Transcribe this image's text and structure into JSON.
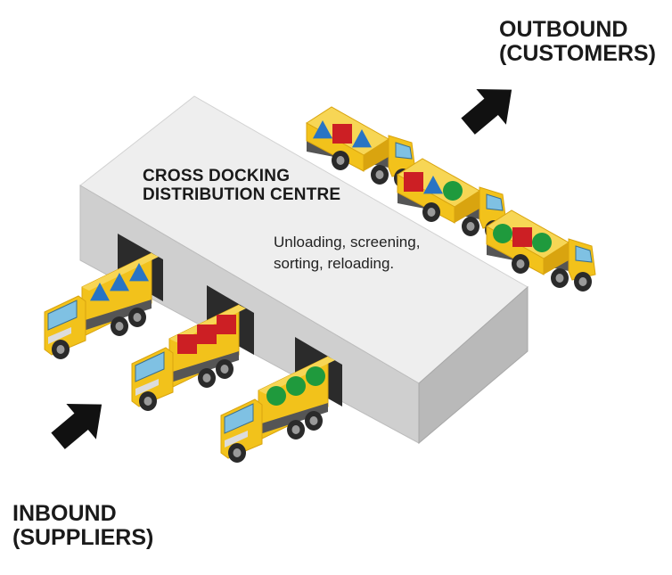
{
  "outbound": {
    "line1": "OUTBOUND",
    "line2": "(CUSTOMERS)"
  },
  "inbound": {
    "line1": "INBOUND",
    "line2": "(SUPPLIERS)"
  },
  "centre": {
    "title_line1": "CROSS DOCKING",
    "title_line2": "DISTRIBUTION CENTRE",
    "desc_line1": "Unloading, screening,",
    "desc_line2": "sorting, reloading."
  },
  "colors": {
    "truck": "#f2c21b",
    "truck_dark": "#d9a40f",
    "blue": "#2874c4",
    "red": "#cc1f24",
    "green": "#1f9a3d",
    "building_top": "#eeeeee",
    "building_front": "#cfcfcf",
    "building_side": "#b9b9b9",
    "arrow": "#111111"
  },
  "cargo": {
    "inbound_1": [
      "triangle",
      "triangle",
      "triangle"
    ],
    "inbound_2": [
      "square",
      "square",
      "square"
    ],
    "inbound_3": [
      "circle",
      "circle",
      "circle"
    ],
    "outbound_1": [
      "triangle",
      "square",
      "triangle"
    ],
    "outbound_2": [
      "square",
      "triangle",
      "circle"
    ],
    "outbound_3": [
      "circle",
      "square",
      "circle"
    ]
  }
}
